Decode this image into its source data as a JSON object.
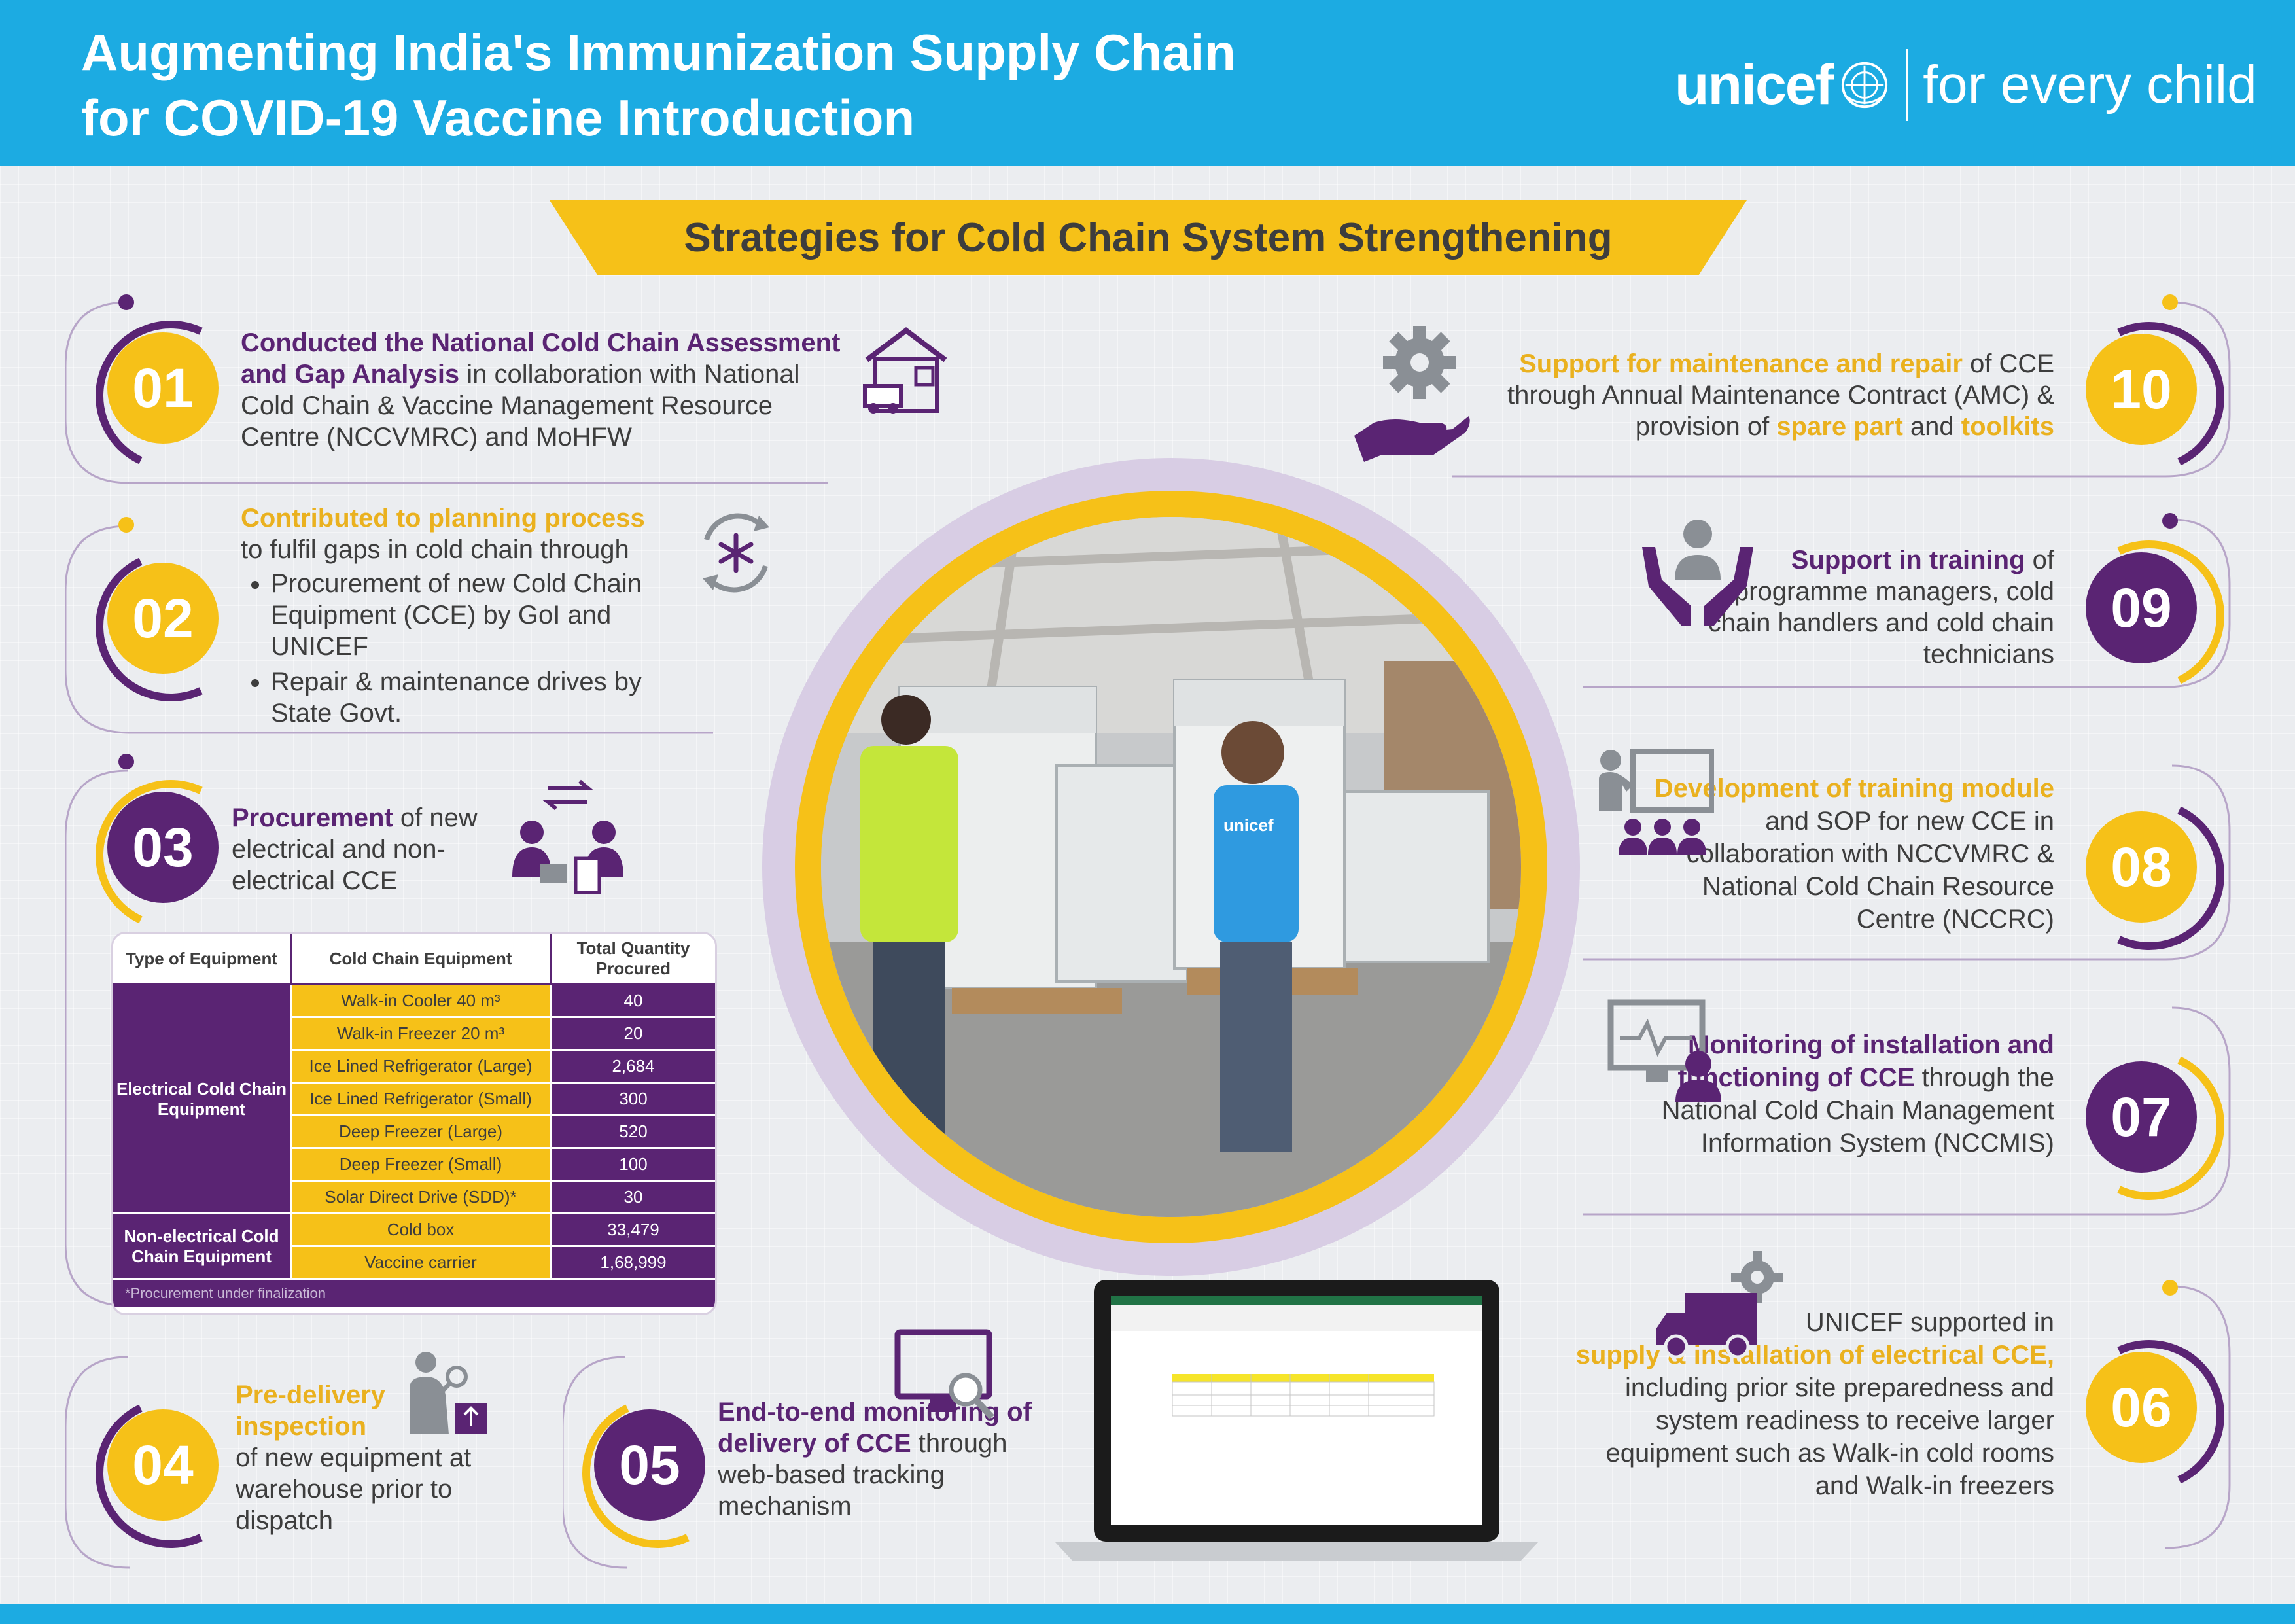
{
  "header": {
    "title_line1": "Augmenting India's Immunization Supply Chain",
    "title_line2": "for COVID-19 Vaccine Introduction",
    "logo_word": "unicef",
    "logo_tagline": "for every child"
  },
  "ribbon": "Strategies for Cold Chain System Strengthening",
  "colors": {
    "blue": "#1cabe2",
    "purple": "#5a2473",
    "yellow": "#f6c118",
    "text": "#3d3d3d"
  },
  "items": {
    "i01": {
      "num": "01",
      "bold": "Conducted the National Cold Chain Assessment and Gap Analysis",
      "rest": " in collaboration with National Cold Chain & Vaccine Management Resource Centre (NCCVMRC) and MoHFW",
      "icon": "warehouse-truck-icon"
    },
    "i02": {
      "num": "02",
      "bold": "Contributed to planning process",
      "rest": "to fulfil gaps in cold chain through",
      "bullets": [
        "Procurement of new Cold Chain Equipment (CCE) by GoI and UNICEF",
        "Repair & maintenance drives by State Govt."
      ],
      "icon": "snowflake-cycle-icon"
    },
    "i03": {
      "num": "03",
      "bold": "Procurement",
      "rest": " of new electrical and non-electrical CCE",
      "icon": "procurement-exchange-icon"
    },
    "i04": {
      "num": "04",
      "bold": "Pre-delivery inspection",
      "rest": "of new equipment at warehouse prior to dispatch",
      "icon": "inspection-icon"
    },
    "i05": {
      "num": "05",
      "bold": "End-to-end monitoring of delivery of CCE",
      "rest": " through web-based tracking mechanism",
      "icon": "monitor-search-icon"
    },
    "i06": {
      "num": "06",
      "pre": "UNICEF supported in",
      "bold": "supply & installation of electrical CCE,",
      "rest": " including prior site preparedness and system readiness to receive larger equipment such as Walk-in cold rooms and Walk-in freezers",
      "icon": "delivery-truck-gear-icon"
    },
    "i07": {
      "num": "07",
      "bold": "Monitoring of installation and functioning of CCE",
      "rest": " through the National Cold Chain Management Information System (NCCMIS)",
      "icon": "monitoring-screen-icon"
    },
    "i08": {
      "num": "08",
      "bold": "Development of training module",
      "rest": " and SOP for new CCE in collaboration with NCCVMRC & National Cold Chain Resource Centre (NCCRC)",
      "icon": "training-board-icon"
    },
    "i09": {
      "num": "09",
      "bold": "Support in training",
      "rest": " of programme managers, cold chain handlers and cold chain technicians",
      "icon": "hands-person-icon"
    },
    "i10": {
      "num": "10",
      "bold": "Support for maintenance and repair",
      "rest1": " of CCE through Annual Maintenance Contract (AMC) & provision of ",
      "bold2": "spare part",
      "rest2": " and ",
      "bold3": "toolkits",
      "icon": "gear-hand-icon"
    }
  },
  "table": {
    "headers": [
      "Type of Equipment",
      "Cold Chain Equipment",
      "Total Quantity Procured"
    ],
    "groups": [
      {
        "type": "Electrical Cold Chain Equipment",
        "rows": [
          {
            "equipment": "Walk-in Cooler 40 m³",
            "qty": "40"
          },
          {
            "equipment": "Walk-in Freezer 20 m³",
            "qty": "20"
          },
          {
            "equipment": "Ice Lined Refrigerator (Large)",
            "qty": "2,684"
          },
          {
            "equipment": "Ice Lined Refrigerator (Small)",
            "qty": "300"
          },
          {
            "equipment": "Deep Freezer (Large)",
            "qty": "520"
          },
          {
            "equipment": "Deep Freezer (Small)",
            "qty": "100"
          },
          {
            "equipment": "Solar Direct Drive (SDD)*",
            "qty": "30"
          }
        ]
      },
      {
        "type": "Non-electrical Cold Chain Equipment",
        "rows": [
          {
            "equipment": "Cold box",
            "qty": "33,479"
          },
          {
            "equipment": "Vaccine carrier",
            "qty": "1,68,999"
          }
        ]
      }
    ],
    "note": "*Procurement under finalization"
  },
  "photo": {
    "vest_text": "unicef"
  }
}
